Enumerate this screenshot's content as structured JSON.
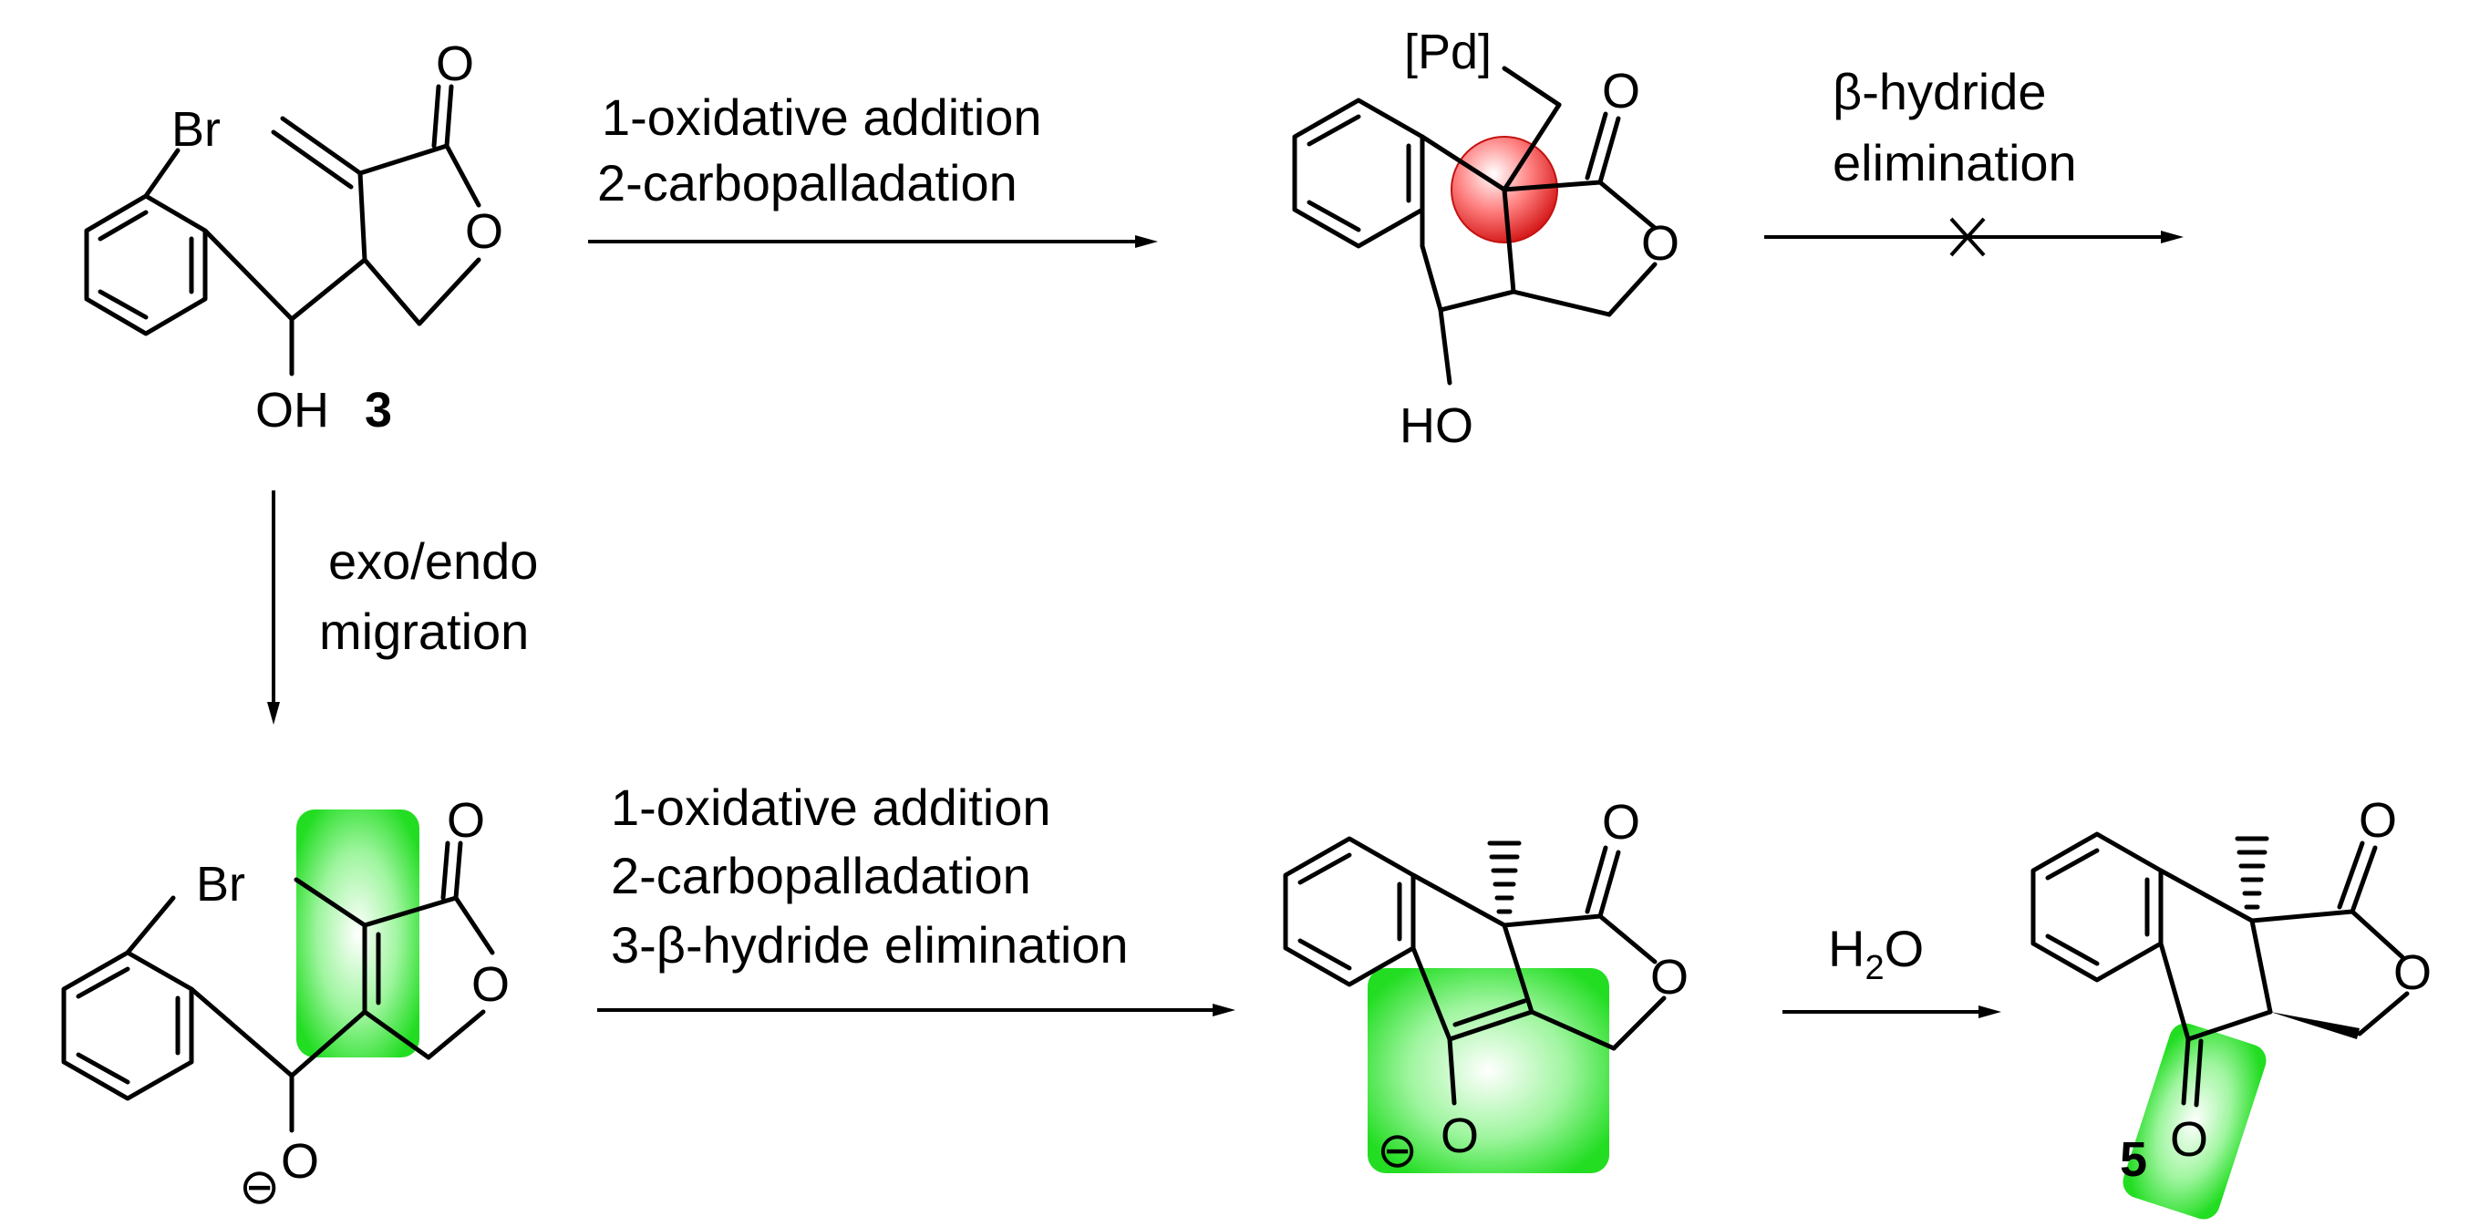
{
  "compounds": {
    "start_number": "3",
    "product_number": "5"
  },
  "atoms": {
    "br": "Br",
    "oh": "OH",
    "ho": "HO",
    "o": "O",
    "pd": "[Pd]",
    "minus": "⊖"
  },
  "arrows": {
    "top": {
      "line1": "1-oxidative addition",
      "line2": "2-carbopalladation"
    },
    "beta": {
      "line1": "β-hydride",
      "line2": "elimination"
    },
    "migration": {
      "line1": "exo/endo",
      "line2": "migration"
    },
    "bottom": {
      "line1": "1-oxidative addition",
      "line2": "2-carbopalladation",
      "line3": "3-β-hydride elimination"
    },
    "water": {
      "label": "H",
      "subscript": "2",
      "label_end": "O"
    }
  },
  "colors": {
    "highlight_green": "#22dd22",
    "highlight_red": "#e31b1b"
  }
}
